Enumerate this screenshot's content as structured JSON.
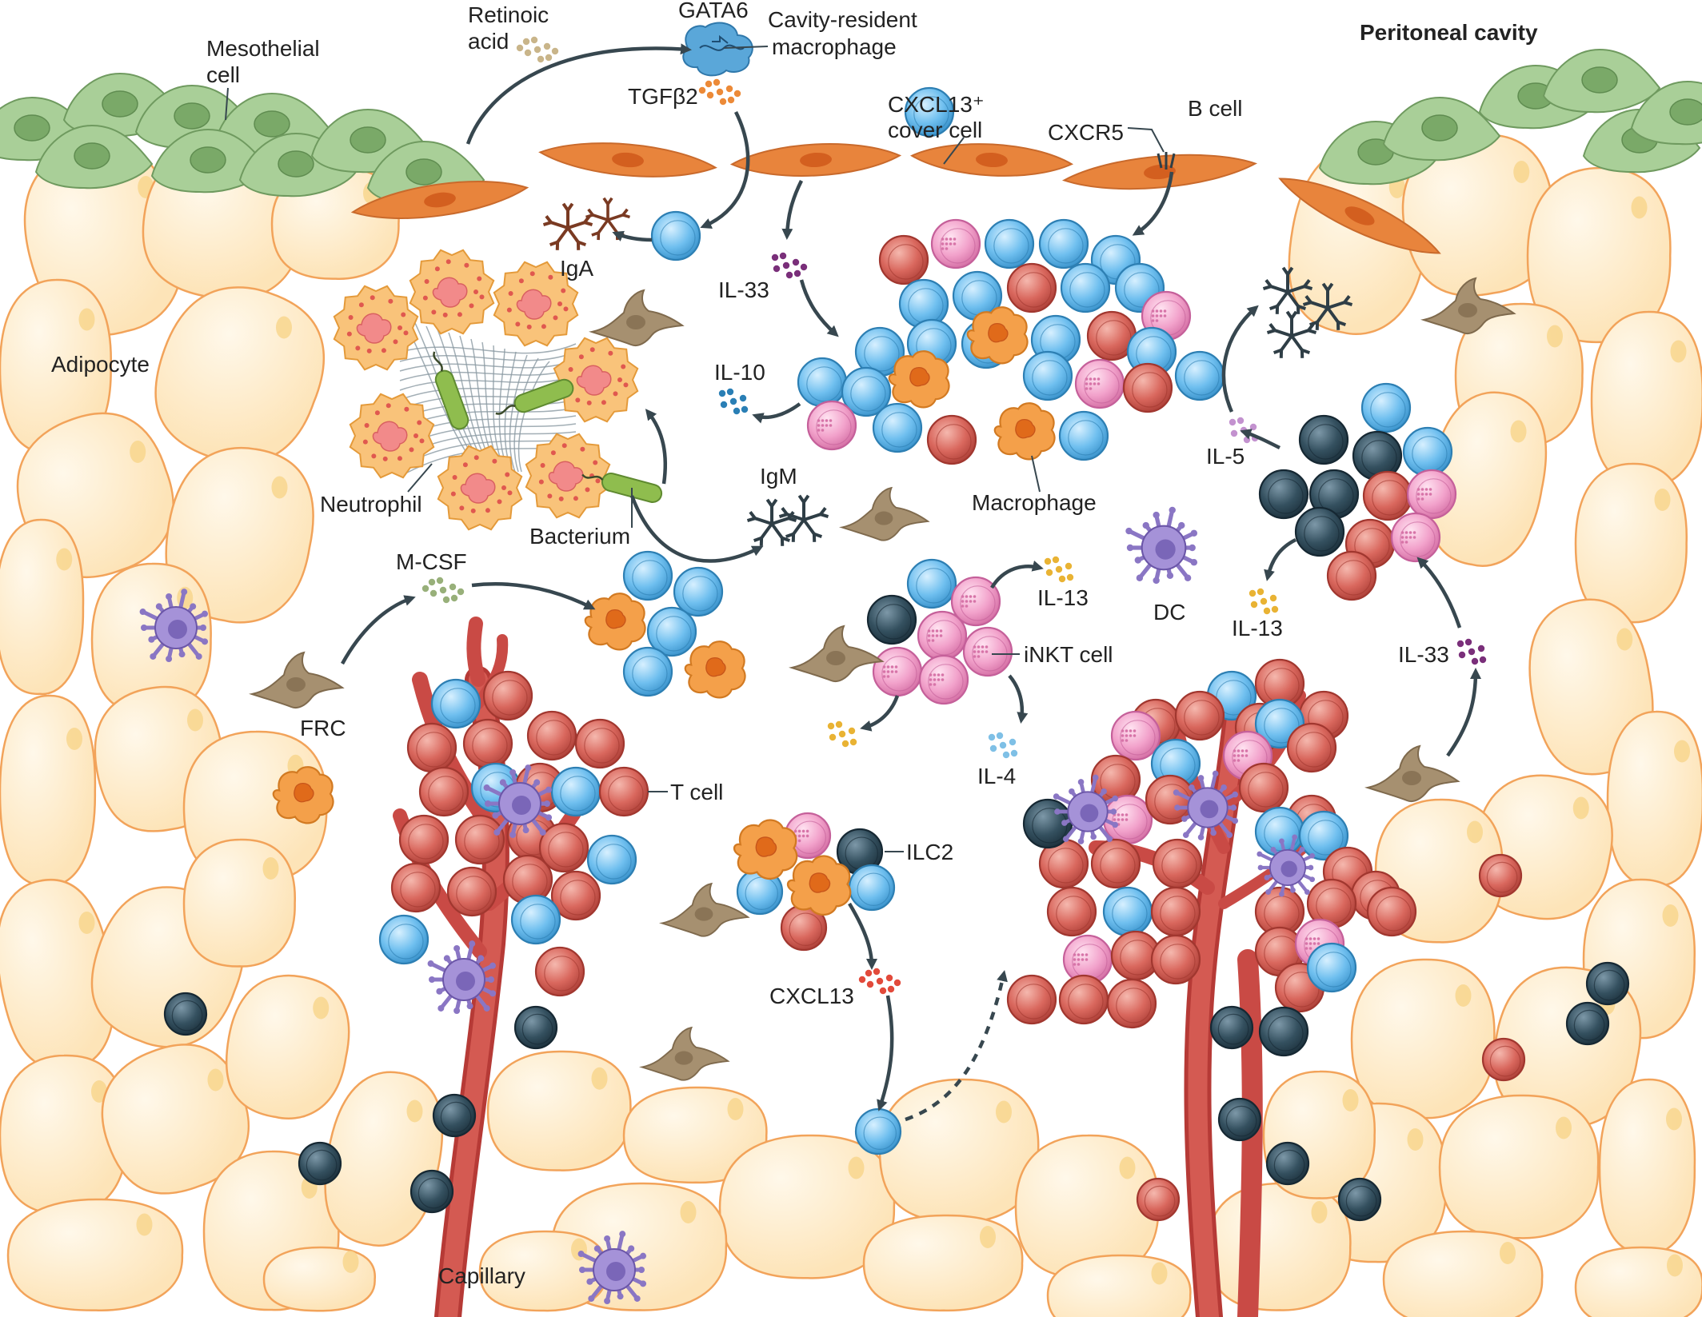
{
  "figure": {
    "background_color": "#ffffff",
    "colors": {
      "adipocyte_fill": "#fdebc9",
      "adipocyte_stroke": "#f2a35a",
      "mesothelial": "#a9cf98",
      "cover_cell": "#e8843c",
      "b_cell": "#6fbfef",
      "t_cell": "#d9675d",
      "nkt_cell": "#f2a2cb",
      "ilc2": "#34505f",
      "macrophage": "#f4a04a",
      "dc": "#8a76c4",
      "frc": "#a69070",
      "capillary": "#c94a45",
      "neutrophil": "#f9c37a",
      "bacterium": "#8fbd4e",
      "arrow": "#37474f"
    },
    "labels": {
      "peritoneal_cavity": "Peritoneal cavity",
      "mesothelial_cell": "Mesothelial cell",
      "retinoic_acid": "Retinoic acid",
      "gata6": "GATA6",
      "cavity_resident_macrophage": "Cavity-resident macrophage",
      "tgfb2": "TGFβ2",
      "cxcl13_cover_cell": "CXCL13⁺ cover cell",
      "b_cell": "B cell",
      "cxcr5": "CXCR5",
      "iga": "IgA",
      "il33_top": "IL-33",
      "adipocyte": "Adipocyte",
      "il10": "IL-10",
      "neutrophil": "Neutrophil",
      "bacterium": "Bacterium",
      "igm": "IgM",
      "macrophage": "Macrophage",
      "il5": "IL-5",
      "m_csf": "M-CSF",
      "il13_center": "IL-13",
      "dc": "DC",
      "il13_right": "IL-13",
      "inkt_cell": "iNKT cell",
      "frc": "FRC",
      "il33_right": "IL-33",
      "il4": "IL-4",
      "t_cell": "T cell",
      "ilc2": "ILC2",
      "cxcl13": "CXCL13",
      "capillary": "Capillary"
    }
  }
}
